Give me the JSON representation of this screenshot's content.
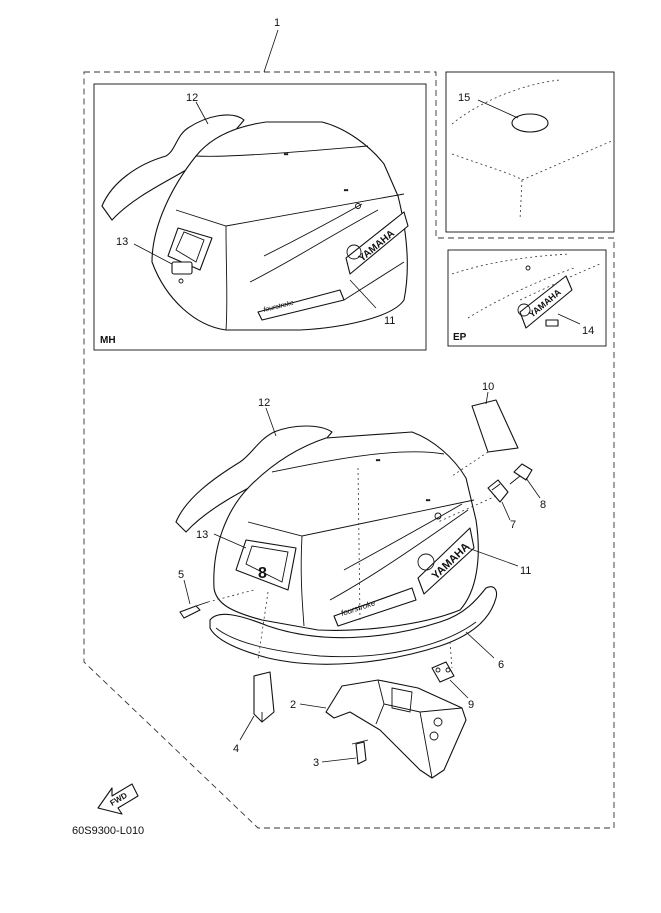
{
  "diagram": {
    "callouts": {
      "c1": "1",
      "c2": "2",
      "c3": "3",
      "c4": "4",
      "c5": "5",
      "c6": "6",
      "c7": "7",
      "c8": "8",
      "c9": "9",
      "c10": "10",
      "c11_main": "11",
      "c11_mh": "11",
      "c12_main": "12",
      "c12_mh": "12",
      "c13_main": "13",
      "c13_mh": "13",
      "c14": "14",
      "c15": "15"
    },
    "inset_tags": {
      "mh": "MH",
      "ep": "EP"
    },
    "decals": {
      "brand": "YAMAHA",
      "model": "fourstroke",
      "badge": "8",
      "fwd": "FWD"
    },
    "figure_code": "60S9300-L010"
  }
}
